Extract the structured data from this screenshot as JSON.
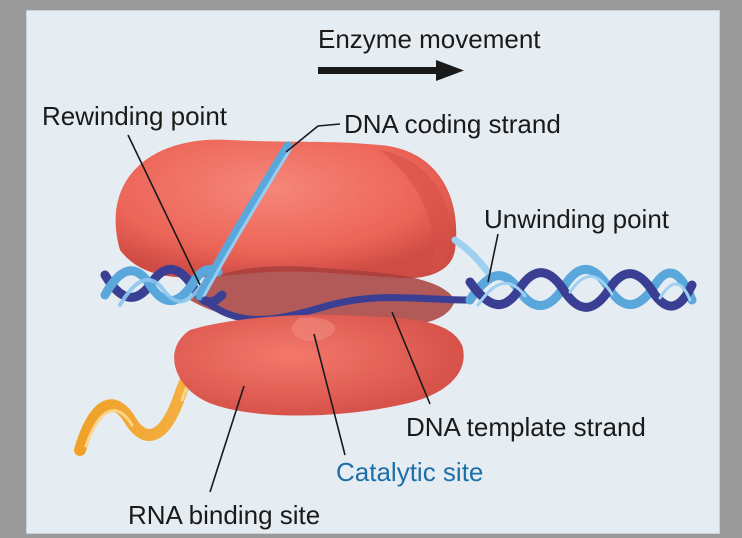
{
  "labels": {
    "enzyme_movement": "Enzyme movement",
    "rewinding_point": "Rewinding point",
    "dna_coding_strand": "DNA coding strand",
    "unwinding_point": "Unwinding point",
    "dna_template_strand": "DNA template strand",
    "catalytic_site": "Catalytic site",
    "rna_binding_site": "RNA binding site"
  },
  "colors": {
    "background": "#e6edf2",
    "enzyme": "#ee6a5e",
    "enzyme_shadow": "#c9463f",
    "dna_coding": "#5aa7dc",
    "dna_template": "#3a3f94",
    "rna": "#f3a630",
    "catalytic_label": "#1d6fa8"
  }
}
